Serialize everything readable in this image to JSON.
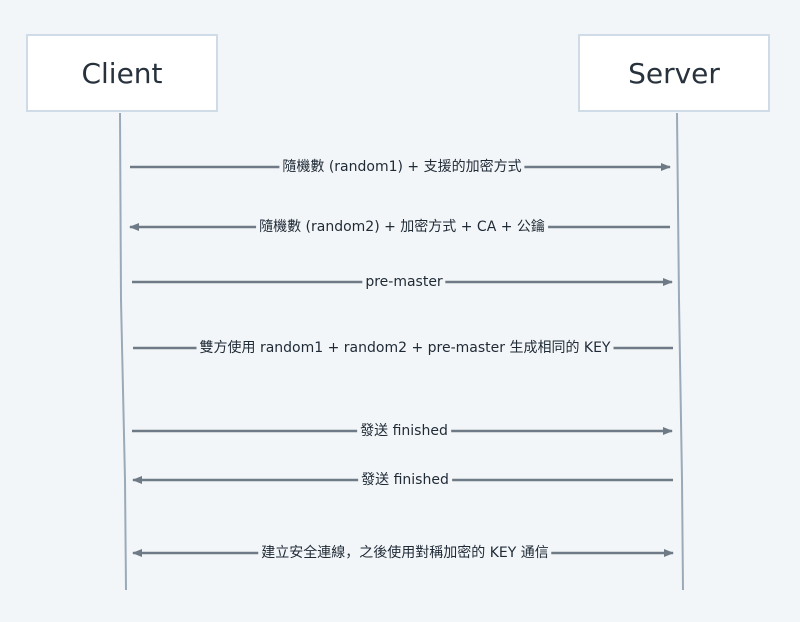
{
  "actors": {
    "client": "Client",
    "server": "Server"
  },
  "messages": [
    {
      "label": "隨機數 (random1) + 支援的加密方式",
      "direction": "right"
    },
    {
      "label": "隨機數 (random2) + 加密方式 + CA + 公鑰",
      "direction": "left"
    },
    {
      "label": "pre-master",
      "direction": "right"
    },
    {
      "label": "雙方使用 random1 + random2 + pre-master 生成相同的 KEY",
      "direction": "none"
    },
    {
      "label": "發送 finished",
      "direction": "right"
    },
    {
      "label": "發送 finished",
      "direction": "left"
    },
    {
      "label": "建立安全連線，之後使用對稱加密的 KEY 通信",
      "direction": "both"
    }
  ],
  "colors": {
    "background": "#f3f6f9",
    "box_border": "#cfdce8",
    "lifeline": "#9aaab8",
    "arrow": "#6e7b87",
    "text": "#1f2a35"
  }
}
